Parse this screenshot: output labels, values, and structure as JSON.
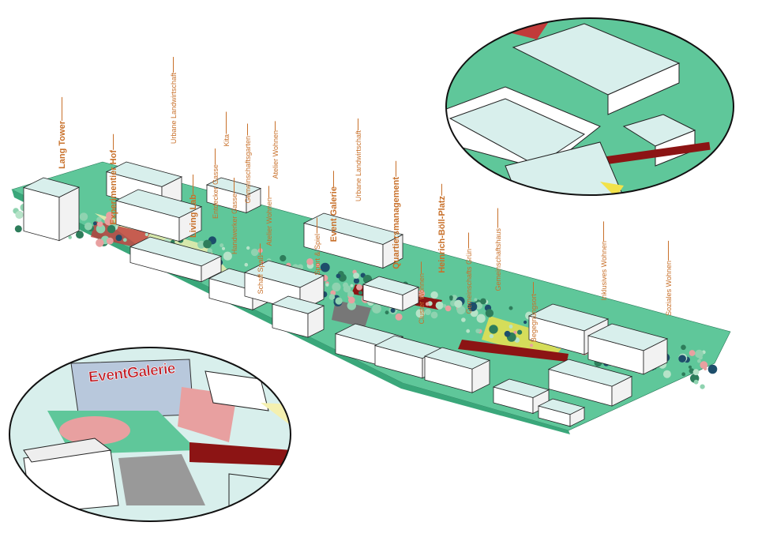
{
  "labels": [
    {
      "text": "Lang Tower"
    },
    {
      "text": "Experimentier Hof"
    },
    {
      "text": "Urbane Landwirtschaft"
    },
    {
      "text": "Living Lab"
    },
    {
      "text": "Entdecker Gasse"
    },
    {
      "text": "Kita"
    },
    {
      "text": "Handwerker Gasse"
    },
    {
      "text": "Gemeinschaftsgarten"
    },
    {
      "text": "Atelier Wohnen"
    },
    {
      "text": "Atelier Wohnen"
    },
    {
      "text": "Schaff Spaß"
    },
    {
      "text": "Sport & Spiel"
    },
    {
      "text": "Event Galerie"
    },
    {
      "text": "Urbane Landwirtschaft"
    },
    {
      "text": "Quartiersmanagement"
    },
    {
      "text": "Heinrich-Böll-Platz"
    },
    {
      "text": "Cluster Wohnen"
    },
    {
      "text": "Gemeinschafts Grün"
    },
    {
      "text": "Gemeinschaftshaus"
    },
    {
      "text": "Begegnungsort"
    },
    {
      "text": "Inklusives Wohnen"
    },
    {
      "text": "Soziales Wohnen"
    }
  ],
  "inset": {
    "sign": "EventGalerie"
  },
  "colors": {
    "label": "#c8702a",
    "ground": "#5fc79a",
    "roof": "#d8efec",
    "path": "#8c1414",
    "plaza": "#e8a0a0",
    "yellow": "#f2e24a"
  }
}
